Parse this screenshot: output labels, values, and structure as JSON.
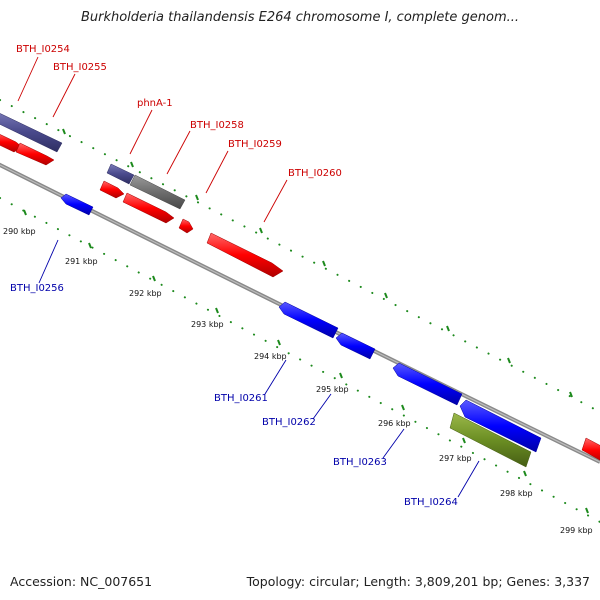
{
  "header": {
    "title": "Burkholderia thailandensis E264 chromosome I, complete genom..."
  },
  "footer": {
    "accession_label": "Accession:",
    "accession_value": "NC_007651",
    "summary": "Topology: circular; Length: 3,809,201 bp; Genes: 3,337"
  },
  "colors": {
    "backbone": "#8a8a8a",
    "tick_dots": "#1d8a1d",
    "forward_gene": "#ff0000",
    "reverse_gene": "#0000ff",
    "purple_gene": "#4a4a8c",
    "gray_gene": "#6e6e6e",
    "olive_gene": "#6b8e23",
    "forward_label": "#cc0000",
    "reverse_label": "#0000aa"
  },
  "ticks": [
    {
      "label": "290 kbp"
    },
    {
      "label": "291 kbp"
    },
    {
      "label": "292 kbp"
    },
    {
      "label": "293 kbp"
    },
    {
      "label": "294 kbp"
    },
    {
      "label": "295 kbp"
    },
    {
      "label": "296 kbp"
    },
    {
      "label": "297 kbp"
    },
    {
      "label": "298 kbp"
    },
    {
      "label": "299 kbp"
    }
  ],
  "gene_labels": {
    "forward": [
      "BTH_I0254",
      "BTH_I0255",
      "phnA-1",
      "BTH_I0258",
      "BTH_I0259",
      "BTH_I0260"
    ],
    "reverse": [
      "BTH_I0256",
      "BTH_I0261",
      "BTH_I0262",
      "BTH_I0263",
      "BTH_I0264"
    ]
  }
}
